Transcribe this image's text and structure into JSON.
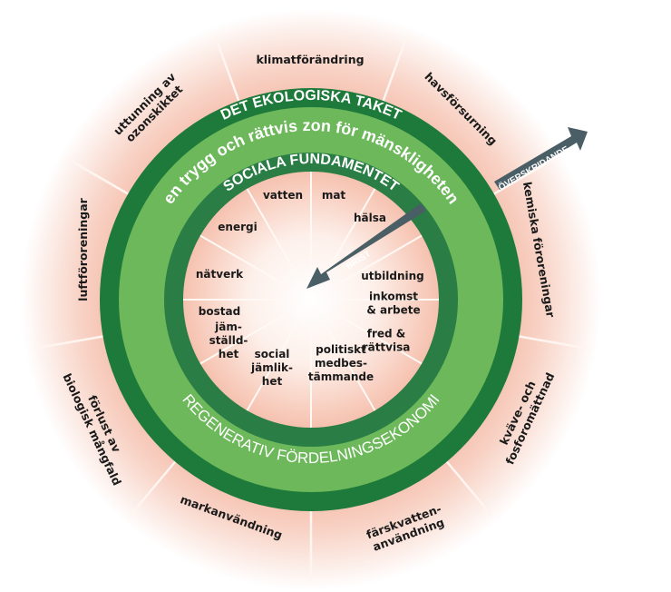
{
  "rings": {
    "ecological_ceiling": "DET EKOLOGISKA TAKET",
    "safe_zone": "en trygg och rättvis zon för mänskligheten",
    "social_foundation": "SOCIALA FUNDAMENTET",
    "economy": "REGENERATIV FÖRDELNINGSEKONOMI"
  },
  "arrows": {
    "overshoot": "ÖVERSKRIDANDE",
    "shortfall": "BRIST"
  },
  "ecological_dimensions": [
    {
      "lines": [
        "klimatförändring"
      ]
    },
    {
      "lines": [
        "havsförsurning"
      ]
    },
    {
      "lines": [
        "kemiska föroreningar"
      ]
    },
    {
      "lines": [
        "kväve- och",
        "fosforomättnad"
      ]
    },
    {
      "lines": [
        "färskvatten-",
        "användning"
      ]
    },
    {
      "lines": [
        "markanvändning"
      ]
    },
    {
      "lines": [
        "förlust av",
        "biologisk mångfald"
      ]
    },
    {
      "lines": [
        "luftföroreningar"
      ]
    },
    {
      "lines": [
        "uttunning av",
        "ozonskiktet"
      ]
    }
  ],
  "social_dimensions": [
    {
      "lines": [
        "vatten"
      ]
    },
    {
      "lines": [
        "mat"
      ]
    },
    {
      "lines": [
        "hälsa"
      ]
    },
    {
      "lines": [
        "utbildning"
      ]
    },
    {
      "lines": [
        "inkomst",
        "& arbete"
      ]
    },
    {
      "lines": [
        "fred &",
        "rättvisa"
      ]
    },
    {
      "lines": [
        "politiskt",
        "medbes-",
        "tämmande"
      ]
    },
    {
      "lines": [
        "social",
        "jämlik-",
        "het"
      ]
    },
    {
      "lines": [
        "jäm-",
        "ställd-",
        "het"
      ]
    },
    {
      "lines": [
        "bostad"
      ]
    },
    {
      "lines": [
        "nätverk"
      ]
    },
    {
      "lines": [
        "energi"
      ]
    }
  ],
  "colors": {
    "dark_green": "#1e7a3a",
    "light_green": "#6cb85a",
    "inner_ring": "#2a7d45",
    "halo": "#f4b9a6",
    "arrow": "#4a5e66"
  }
}
